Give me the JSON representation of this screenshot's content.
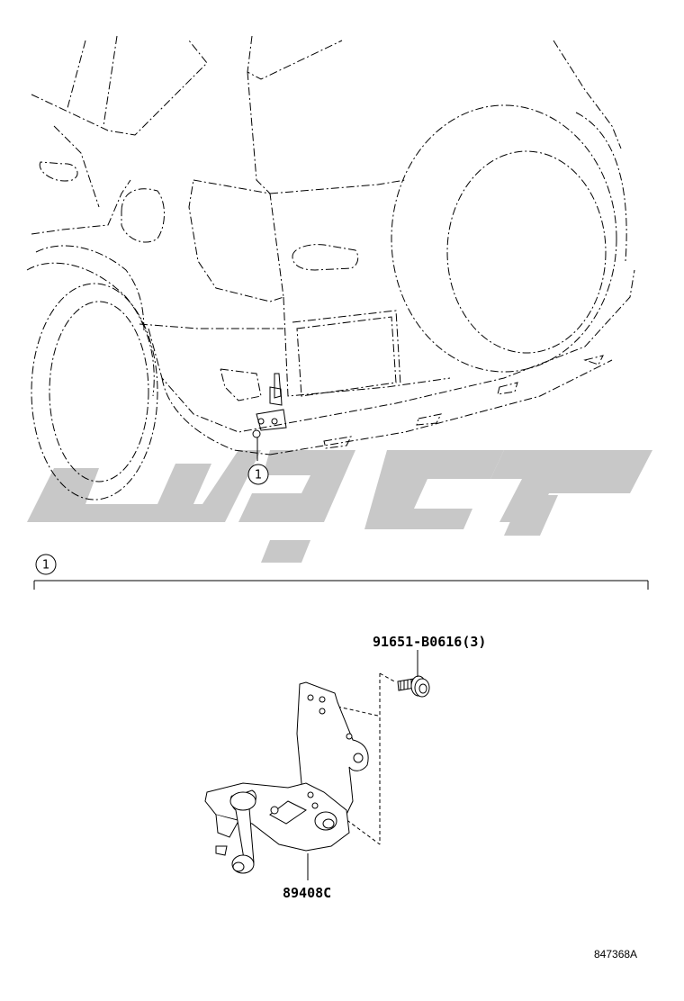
{
  "diagram": {
    "callout_top": "1",
    "callout_section": "1",
    "part_bolt": "91651-B0616(3)",
    "part_sensor": "89408C",
    "reference_code": "847368A"
  },
  "watermark": {
    "color": "#c8c8c8"
  }
}
